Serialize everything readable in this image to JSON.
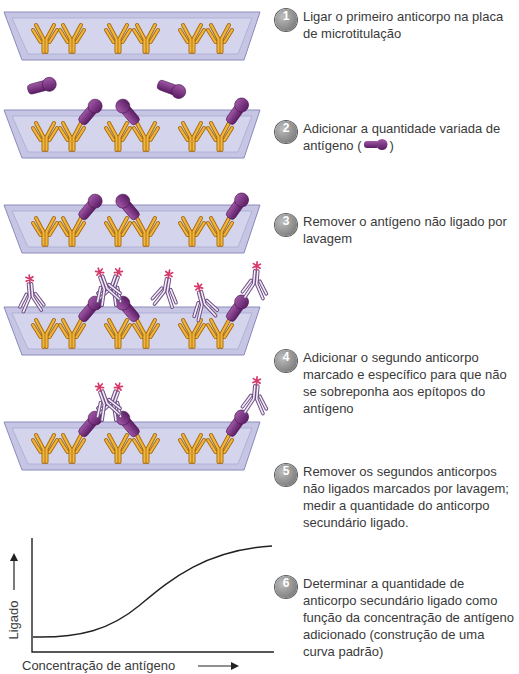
{
  "diagram": {
    "nodes": [
      {
        "text": [
          "1",
          "Ligar o primeiro anticorpo na placa de microtitulação"
        ]
      },
      {
        "text": [
          "2",
          "Adicionar a quantidade variada de antígeno (",
          ")"
        ]
      },
      {
        "text": [
          "3",
          "Remover o antígeno não ligado por lavagem"
        ]
      },
      {
        "text": [
          "4",
          "Adicionar o segundo anticorpo marcado e específico para que não se sobreponha aos epítopos do antígeno"
        ]
      },
      {
        "text": [
          "5",
          "Remover os segundos anticorpos não ligados marcados por lavagem; medir a quantidade do anticorpo secundário ligado."
        ]
      },
      {
        "text": [
          "6",
          "Determinar a quantidade de anticorpo secundário ligado como função da concentração de antígeno adicionado (construção de uma curva padrão)"
        ]
      }
    ],
    "labels": [
      "Ligado",
      "Concentração de antígeno"
    ]
  }
}
